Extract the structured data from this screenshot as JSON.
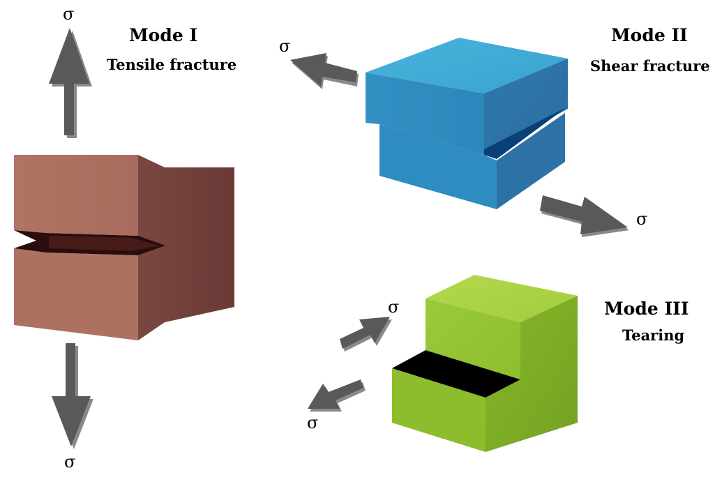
{
  "modes": [
    {
      "id": "mode-1",
      "title": "Mode I",
      "subtitle": "Tensile fracture",
      "color": "#b87a6c"
    },
    {
      "id": "mode-2",
      "title": "Mode II",
      "subtitle": "Shear fracture",
      "color": "#3aa0cf"
    },
    {
      "id": "mode-3",
      "title": "Mode III",
      "subtitle": "Tearing",
      "color": "#97c83a"
    }
  ],
  "stress_symbol": "σ",
  "arrow_color": "#6a6a6a"
}
